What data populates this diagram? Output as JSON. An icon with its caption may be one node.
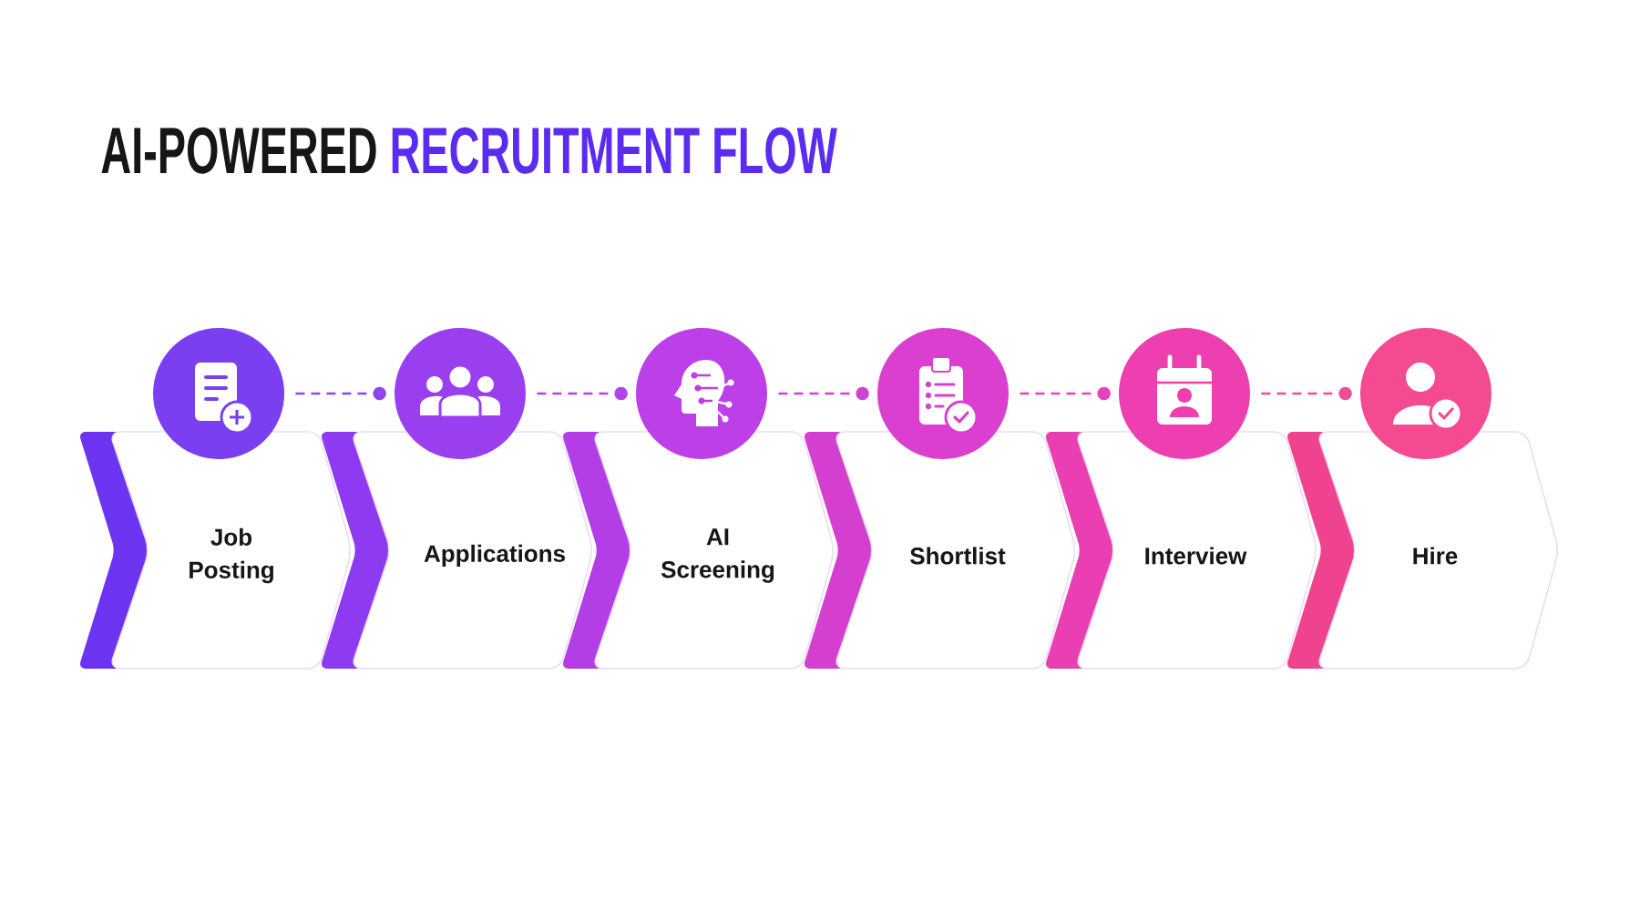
{
  "diagram": {
    "title": "AI-POWERED RECRUITMENT FLOW",
    "nodes": [
      {
        "text": [],
        "shape": "circle"
      },
      {
        "text": [],
        "shape": "circle"
      },
      {
        "text": [],
        "shape": "circle"
      },
      {
        "text": [],
        "shape": "circle"
      },
      {
        "text": [],
        "shape": "circle"
      },
      {
        "text": [],
        "shape": "circle"
      },
      {
        "text": [
          "Job Posting"
        ]
      },
      {
        "text": [
          "Applications"
        ]
      },
      {
        "text": [
          "AI Screening"
        ]
      },
      {
        "text": [
          "Shortlist"
        ]
      },
      {
        "text": [
          "Interview"
        ]
      },
      {
        "text": [
          "Hire"
        ]
      }
    ],
    "edges": [
      {
        "from": 0,
        "to": 1,
        "arrow": "other",
        "style": "dashed",
        "color": "#8e45f0"
      },
      {
        "from": 1,
        "to": 2,
        "arrow": "other",
        "style": "dashed",
        "color": "#b044ea"
      },
      {
        "from": 2,
        "to": 3,
        "arrow": "other",
        "style": "dashed",
        "color": "#d042d6"
      },
      {
        "from": 3,
        "to": 4,
        "arrow": "other",
        "style": "dashed",
        "color": "#e842b8"
      },
      {
        "from": 4,
        "to": 5,
        "arrow": "other",
        "style": "dashed",
        "color": "#f04c98"
      }
    ]
  }
}
